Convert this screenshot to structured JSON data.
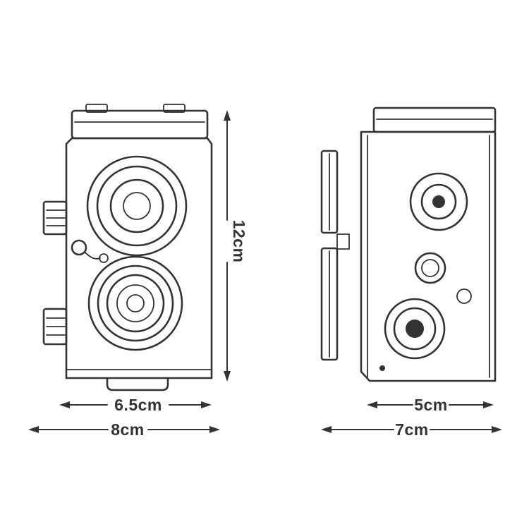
{
  "diagram": {
    "kind": "product-dimension-line-drawing",
    "views": [
      "front",
      "side"
    ],
    "colors": {
      "ink": "#333333",
      "background": "#ffffff"
    }
  },
  "labels": {
    "height": "12cm",
    "front_inner_width": "6.5cm",
    "front_outer_width": "8cm",
    "side_inner_depth": "5cm",
    "side_outer_depth": "7cm"
  }
}
